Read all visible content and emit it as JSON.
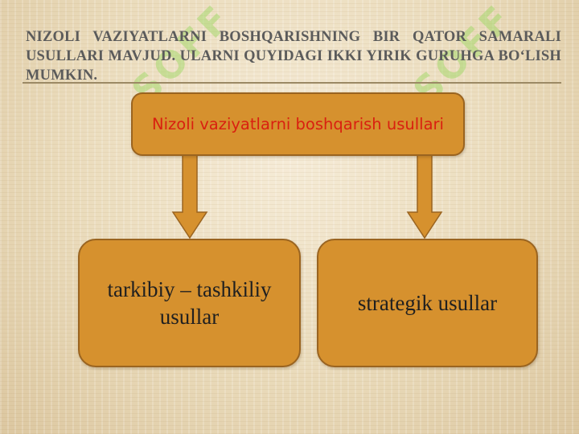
{
  "slide": {
    "title": "NIZOLI VAZIYATLARNI BOSHQARISHNING BIR QATOR SAMARALI USULLARI MAVJUD. ULARNI QUYIDAGI IKKI YIRIK GURUHGA BO‘LISH MUMKIN."
  },
  "diagram": {
    "root": "Nizoli vaziyatlarni boshqarish usullari",
    "children": [
      "tarkibiy – tashkiliy usullar",
      "strategik usullar"
    ]
  },
  "watermark": "SOFF",
  "colors": {
    "box_fill": "#d6912e",
    "box_border": "#9a6420",
    "root_text": "#d92010",
    "child_text": "#202020",
    "title_text": "#5b5b5b"
  }
}
